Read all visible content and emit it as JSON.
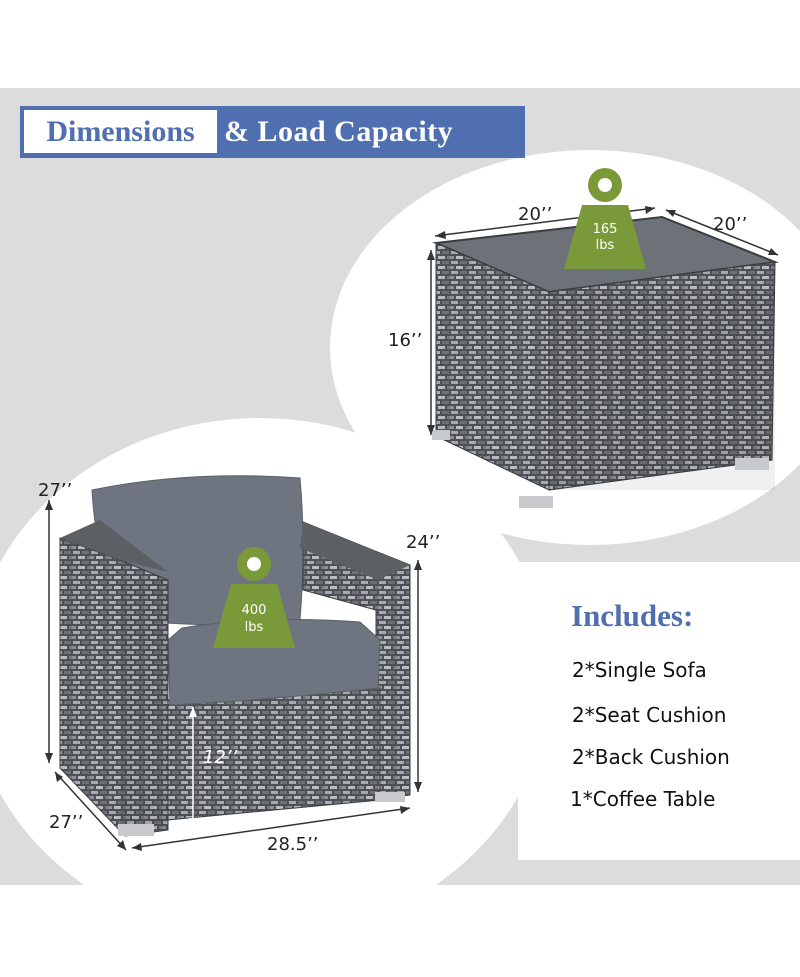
{
  "header": {
    "title_part1": "Dimensions",
    "title_part2": "& Load Capacity"
  },
  "table_dims": {
    "width": "20’’",
    "depth": "20’’",
    "height": "16’’",
    "load_value": "165",
    "load_unit": "lbs"
  },
  "sofa_dims": {
    "back_height": "27’’",
    "arm_height": "24’’",
    "depth": "27’’",
    "width": "28.5’’",
    "seat_height": "12’’",
    "load_value": "400",
    "load_unit": "lbs"
  },
  "includes": {
    "title": "Includes:",
    "items": [
      "2*Single Sofa",
      "2*Seat Cushion",
      "2*Back Cushion",
      "1*Coffee Table"
    ]
  },
  "colors": {
    "accent_blue": "#4f6fb0",
    "weight_green": "#7a9a3a",
    "cushion_gray": "#6e7480",
    "wicker_dark": "#4d5156",
    "background_gray": "#dcdcdc"
  },
  "icons": [
    "weight-icon",
    "dimension-arrow-icon"
  ]
}
